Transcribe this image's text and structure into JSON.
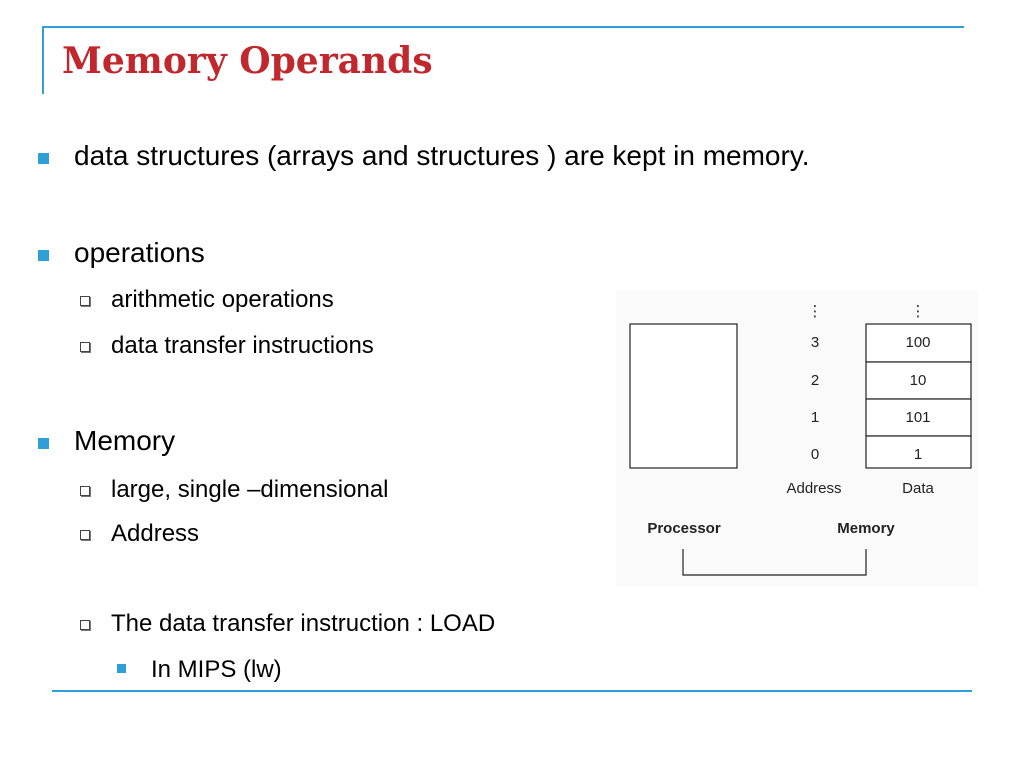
{
  "slide": {
    "title": "Memory Operands",
    "accent_color": "#2f9fd8",
    "title_color": "#c0282d"
  },
  "bullets": [
    {
      "text": "data structures (arrays and structures ) are kept in memory."
    },
    {
      "text": "operations",
      "sub": [
        {
          "text": "arithmetic operations"
        },
        {
          "text": "data transfer instructions"
        }
      ]
    },
    {
      "text": "Memory",
      "sub": [
        {
          "text": "large, single –dimensional"
        },
        {
          "text": "Address"
        },
        {
          "text": "The data transfer instruction : LOAD"
        }
      ],
      "subsub": [
        {
          "text": "In MIPS (lw)"
        }
      ]
    }
  ],
  "diagram": {
    "ellipsis": "⋮",
    "addresses": [
      "3",
      "2",
      "1",
      "0"
    ],
    "data": [
      "100",
      "10",
      "101",
      "1"
    ],
    "address_header": "Address",
    "data_header": "Data",
    "processor_label": "Processor",
    "memory_label": "Memory"
  }
}
